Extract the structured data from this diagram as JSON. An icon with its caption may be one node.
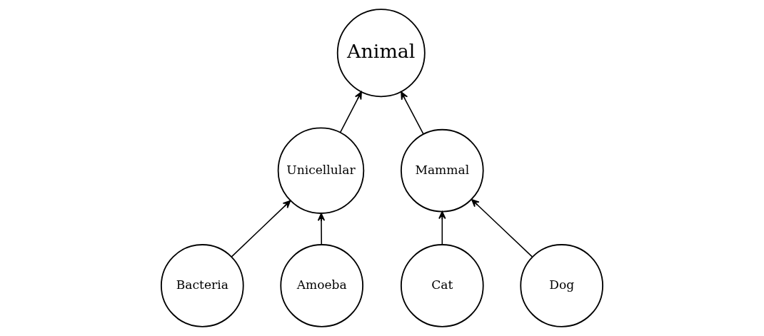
{
  "diagram": {
    "nodes": [
      {
        "text": [
          "Animal"
        ]
      },
      {
        "text": [
          "Unicellular"
        ]
      },
      {
        "text": [
          "Mammal"
        ]
      },
      {
        "text": [
          "Bacteria"
        ]
      },
      {
        "text": [
          "Amoeba"
        ]
      },
      {
        "text": [
          "Cat"
        ]
      },
      {
        "text": [
          "Dog"
        ]
      }
    ],
    "edges": [
      {
        "from": 1,
        "to": 0,
        "arrow": "to"
      },
      {
        "from": 2,
        "to": 0,
        "arrow": "to"
      },
      {
        "from": 3,
        "to": 1,
        "arrow": "to"
      },
      {
        "from": 4,
        "to": 1,
        "arrow": "to"
      },
      {
        "from": 5,
        "to": 2,
        "arrow": "to"
      },
      {
        "from": 6,
        "to": 2,
        "arrow": "to"
      }
    ]
  }
}
